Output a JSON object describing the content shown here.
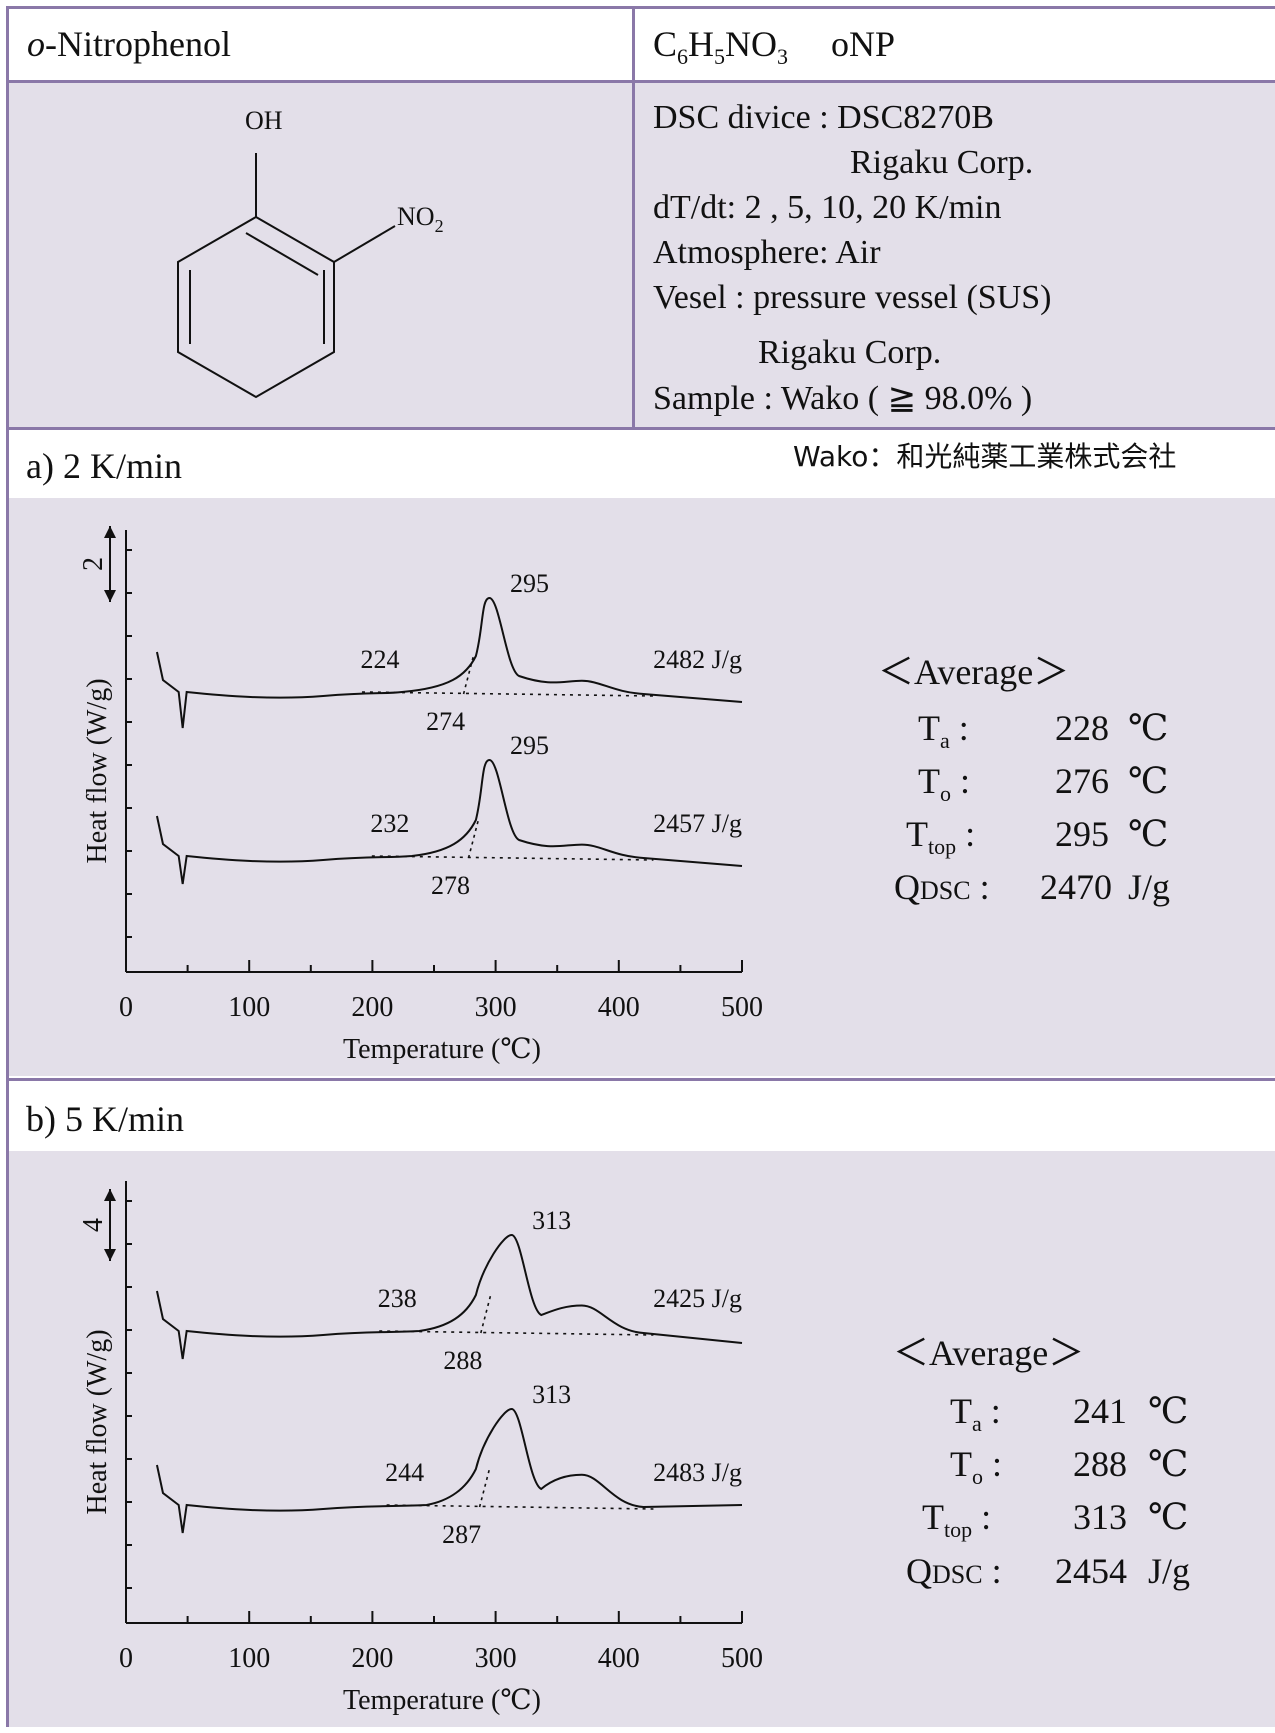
{
  "header": {
    "compound_italic": "o",
    "compound_rest": "-Nitrophenol",
    "formula": {
      "c": "C",
      "c_n": "6",
      "h": "H",
      "h_n": "5",
      "n": "NO",
      "o_n": "3"
    },
    "abbrev": "oNP"
  },
  "structure": {
    "oh": "OH",
    "no": "NO",
    "no_sub": "2"
  },
  "info": {
    "line1": "DSC divice : DSC8270B",
    "line2": "Rigaku Corp.",
    "line3": "dT/dt: 2 , 5, 10, 20 K/min",
    "line4": "Atmosphere: Air",
    "line5": "Vesel : pressure vessel (SUS)",
    "line6": "Rigaku Corp.",
    "line7": "Sample : Wako ( ≧ 98.0% )"
  },
  "wako_note": "Wako：和光純薬工業株式会社",
  "sections": [
    {
      "title": "a) 2 K/min",
      "average": {
        "heading": "＜Average＞",
        "ta": "228",
        "to": "276",
        "ttop": "295",
        "qdsc": "2470",
        "unit_c": "℃",
        "unit_j": "J/g"
      }
    },
    {
      "title": "b) 5 K/min",
      "average": {
        "heading": "＜Average＞",
        "ta": "241",
        "to": "288",
        "ttop": "313",
        "qdsc": "2454",
        "unit_c": "℃",
        "unit_j": "J/g"
      }
    }
  ],
  "avg_labels": {
    "t": "T",
    "a": "a",
    "o": "o",
    "top": "top",
    "q": "Q",
    "dsc": "DSC",
    "colon": ":"
  },
  "chart_data": [
    {
      "type": "line",
      "xlabel": "Temperature (℃)",
      "ylabel": "Heat flow (W/g)",
      "xlim": [
        0,
        500
      ],
      "x_ticks": [
        "0",
        "100",
        "200",
        "300",
        "400",
        "500"
      ],
      "scale_bar": "2",
      "curves": [
        {
          "ta": "224",
          "to": "274",
          "peak": "295",
          "q": "2482 J/g",
          "ta_v": 224,
          "to_v": 274,
          "peak_v": 295
        },
        {
          "ta": "232",
          "to": "278",
          "peak": "295",
          "q": "2457 J/g",
          "ta_v": 232,
          "to_v": 278,
          "peak_v": 295
        }
      ]
    },
    {
      "type": "line",
      "xlabel": "Temperature (℃)",
      "ylabel": "Heat flow (W/g)",
      "xlim": [
        0,
        500
      ],
      "x_ticks": [
        "0",
        "100",
        "200",
        "300",
        "400",
        "500"
      ],
      "scale_bar": "4",
      "curves": [
        {
          "ta": "238",
          "to": "288",
          "peak": "313",
          "q": "2425 J/g",
          "ta_v": 238,
          "to_v": 288,
          "peak_v": 313
        },
        {
          "ta": "244",
          "to": "287",
          "peak": "313",
          "q": "2483 J/g",
          "ta_v": 244,
          "to_v": 287,
          "peak_v": 313
        }
      ]
    }
  ]
}
